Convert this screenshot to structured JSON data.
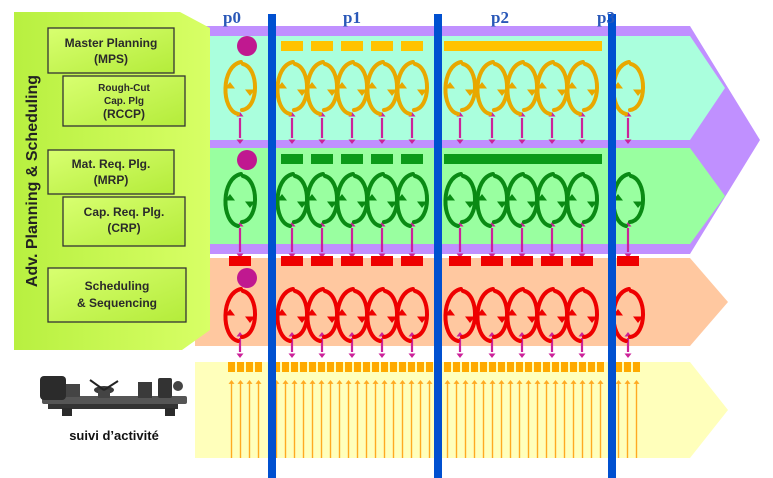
{
  "side_title": "Adv. Planning & Scheduling",
  "periods": [
    "p0",
    "p1",
    "p2",
    "p3"
  ],
  "modules": {
    "mps": [
      "Master Planning",
      "(MPS)"
    ],
    "rccp": [
      "Rough-Cut",
      "Cap. Plg",
      "(RCCP)"
    ],
    "mrp": [
      "Mat. Req. Plg.",
      "(MRP)"
    ],
    "crp": [
      "Cap. Req. Plg.",
      "(CRP)"
    ],
    "sched": [
      "Scheduling",
      "& Sequencing"
    ]
  },
  "tracking_label": "suivi d’activité",
  "colors": {
    "lane_mps": "#aaffdd",
    "lane_mrp": "#99ffa0",
    "lane_sched": "#ffc8a0",
    "lane_track": "#ffffbb",
    "band_purple": "#c090ff",
    "cycle_mps": "#e8a800",
    "cycle_mrp": "#0a8a14",
    "cycle_sched": "#ee0000",
    "link_arrow": "#cc2299",
    "track_arrow": "#ffaa22",
    "divider": "#0050d0",
    "side_panel": "#aaee33"
  }
}
